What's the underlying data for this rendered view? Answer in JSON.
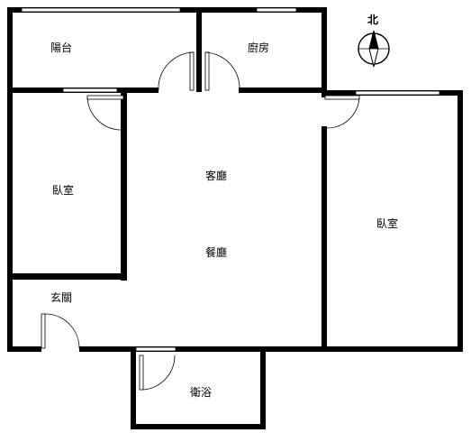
{
  "rooms": {
    "balcony": "陽台",
    "kitchen": "廚房",
    "bedroom_left": "臥室",
    "living_room": "客廳",
    "dining_room": "餐廳",
    "bedroom_right": "臥室",
    "entrance": "玄關",
    "bathroom": "衛浴"
  },
  "compass": {
    "label": "北"
  },
  "colors": {
    "wall": "#000000",
    "background": "#ffffff"
  }
}
